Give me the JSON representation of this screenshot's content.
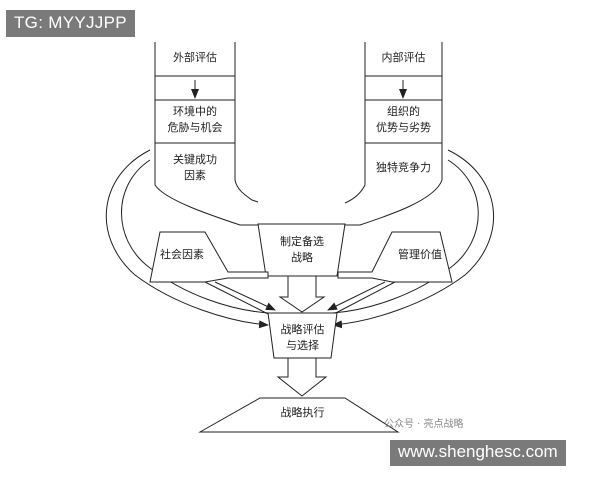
{
  "watermark_top": "TG: MYYJJPP",
  "watermark_bottom": "www.shenghesc.com",
  "wechat_mark": "公众号 · 亮点战略",
  "left": {
    "external_assessment": "外部评估",
    "threats_opportunities": "环境中的\n危胁与机会",
    "key_success_factors": "关键成功\n因素"
  },
  "right": {
    "internal_assessment": "内部评估",
    "strengths_weaknesses": "组织的\n优势与劣势",
    "distinctive_competence": "独特竞争力"
  },
  "center": {
    "candidate_strategies": "制定备选\n战略",
    "social_factors": "社会因素",
    "management_values": "管理价值",
    "evaluation_selection": "战略评估\n与选择",
    "execution": "战略执行"
  }
}
